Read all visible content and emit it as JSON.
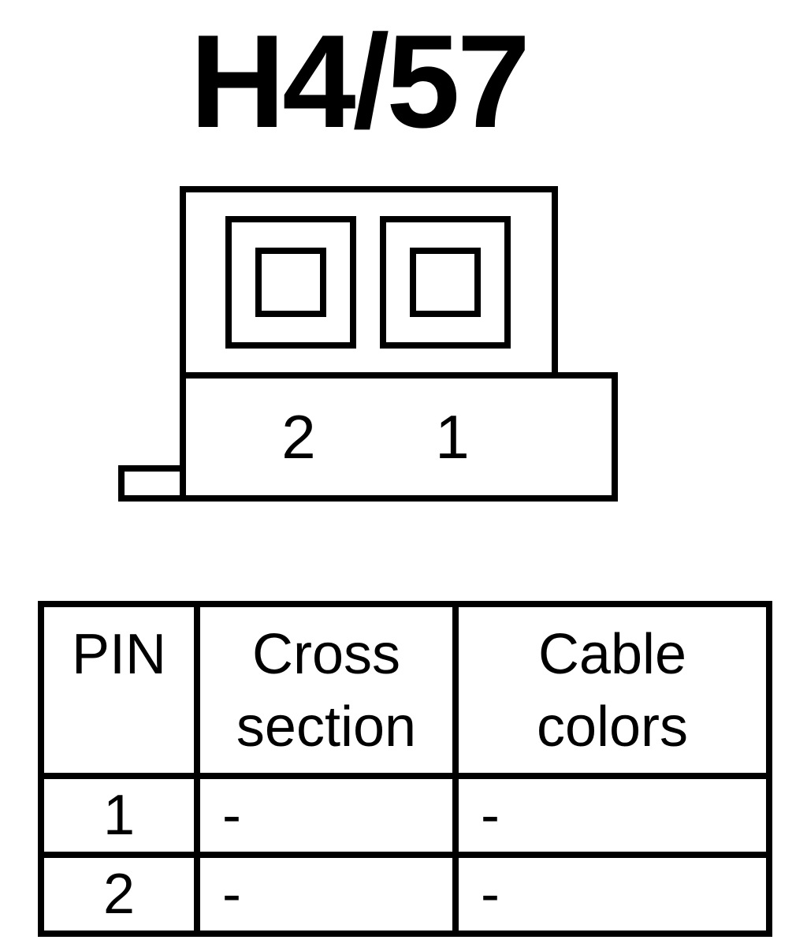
{
  "title": "H4/57",
  "connector": {
    "pin_labels": [
      "2",
      "1"
    ]
  },
  "table": {
    "headers": {
      "pin": "PIN",
      "cross_section": [
        "Cross",
        "section"
      ],
      "cable_colors": [
        "Cable",
        "colors"
      ]
    },
    "rows": [
      {
        "pin": "1",
        "cross_section": "-",
        "cable_color": "-"
      },
      {
        "pin": "2",
        "cross_section": "-",
        "cable_color": "-"
      }
    ]
  },
  "colors": {
    "line": "#000000",
    "background": "#ffffff"
  }
}
